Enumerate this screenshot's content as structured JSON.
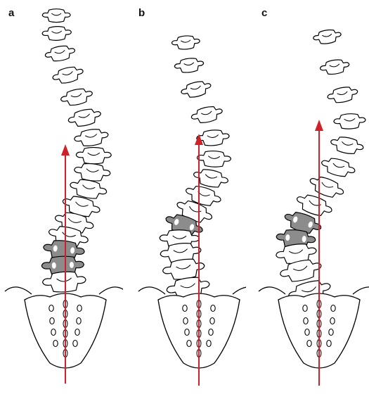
{
  "panels": [
    {
      "label": "a",
      "vertebrae": 16,
      "highlighted": [
        13,
        14
      ]
    },
    {
      "label": "b",
      "vertebrae": 14,
      "highlighted": [
        9
      ]
    },
    {
      "label": "c",
      "vertebrae": 13,
      "highlighted": [
        8,
        9
      ]
    }
  ],
  "colors": {
    "outline": "#000000",
    "fill": "#ffffff",
    "highlight": "#8c8c8c",
    "arrow": "#d0202a"
  }
}
